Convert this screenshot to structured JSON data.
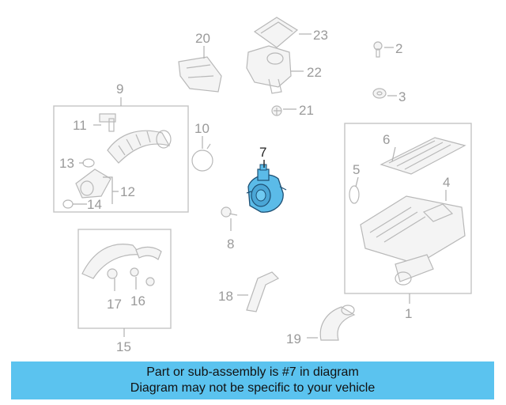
{
  "callouts": {
    "c1": "1",
    "c2": "2",
    "c3": "3",
    "c4": "4",
    "c5": "5",
    "c6": "6",
    "c7": "7",
    "c8": "8",
    "c9": "9",
    "c10": "10",
    "c11": "11",
    "c12": "12",
    "c13": "13",
    "c14": "14",
    "c15": "15",
    "c16": "16",
    "c17": "17",
    "c18": "18",
    "c19": "19",
    "c20": "20",
    "c21": "21",
    "c22": "22",
    "c23": "23"
  },
  "banner": {
    "line1": "Part or sub-assembly is #7 in diagram",
    "line2": "Diagram may not be specific to your vehicle"
  },
  "colors": {
    "highlight_part": "#5bbbe8",
    "banner_bg": "#5bc3ef"
  }
}
